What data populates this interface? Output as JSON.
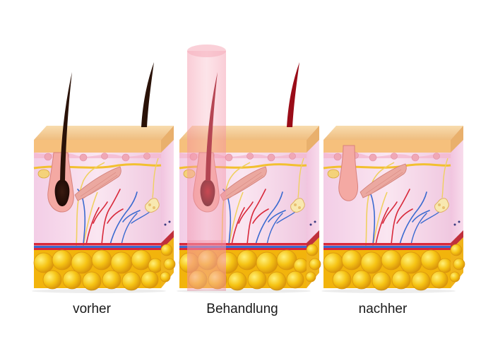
{
  "panels": [
    {
      "label": "vorher"
    },
    {
      "label": "Behandlung"
    },
    {
      "label": "nachher"
    }
  ],
  "colors": {
    "epidermis": "#f3c98f",
    "dermis": "#f6d7ea",
    "fat": "#f2b40c",
    "hair_dark": "#2a1208",
    "hair_treated": "#8e0a16",
    "follicle": "#f4a9a3",
    "laser_beam": "#f08aa0",
    "artery": "#d8283a",
    "vein": "#3a6ad0"
  }
}
